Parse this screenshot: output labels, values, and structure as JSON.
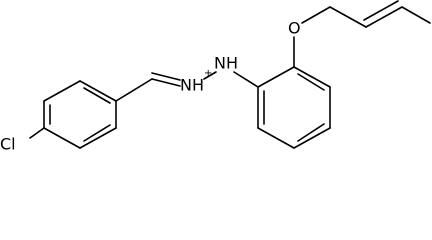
{
  "molecule": {
    "atoms": {
      "chlorine": "Cl",
      "oxygen": "O",
      "imine_nitrogen": "NH",
      "imine_charge": "+",
      "amine_nitrogen": "NH"
    }
  }
}
